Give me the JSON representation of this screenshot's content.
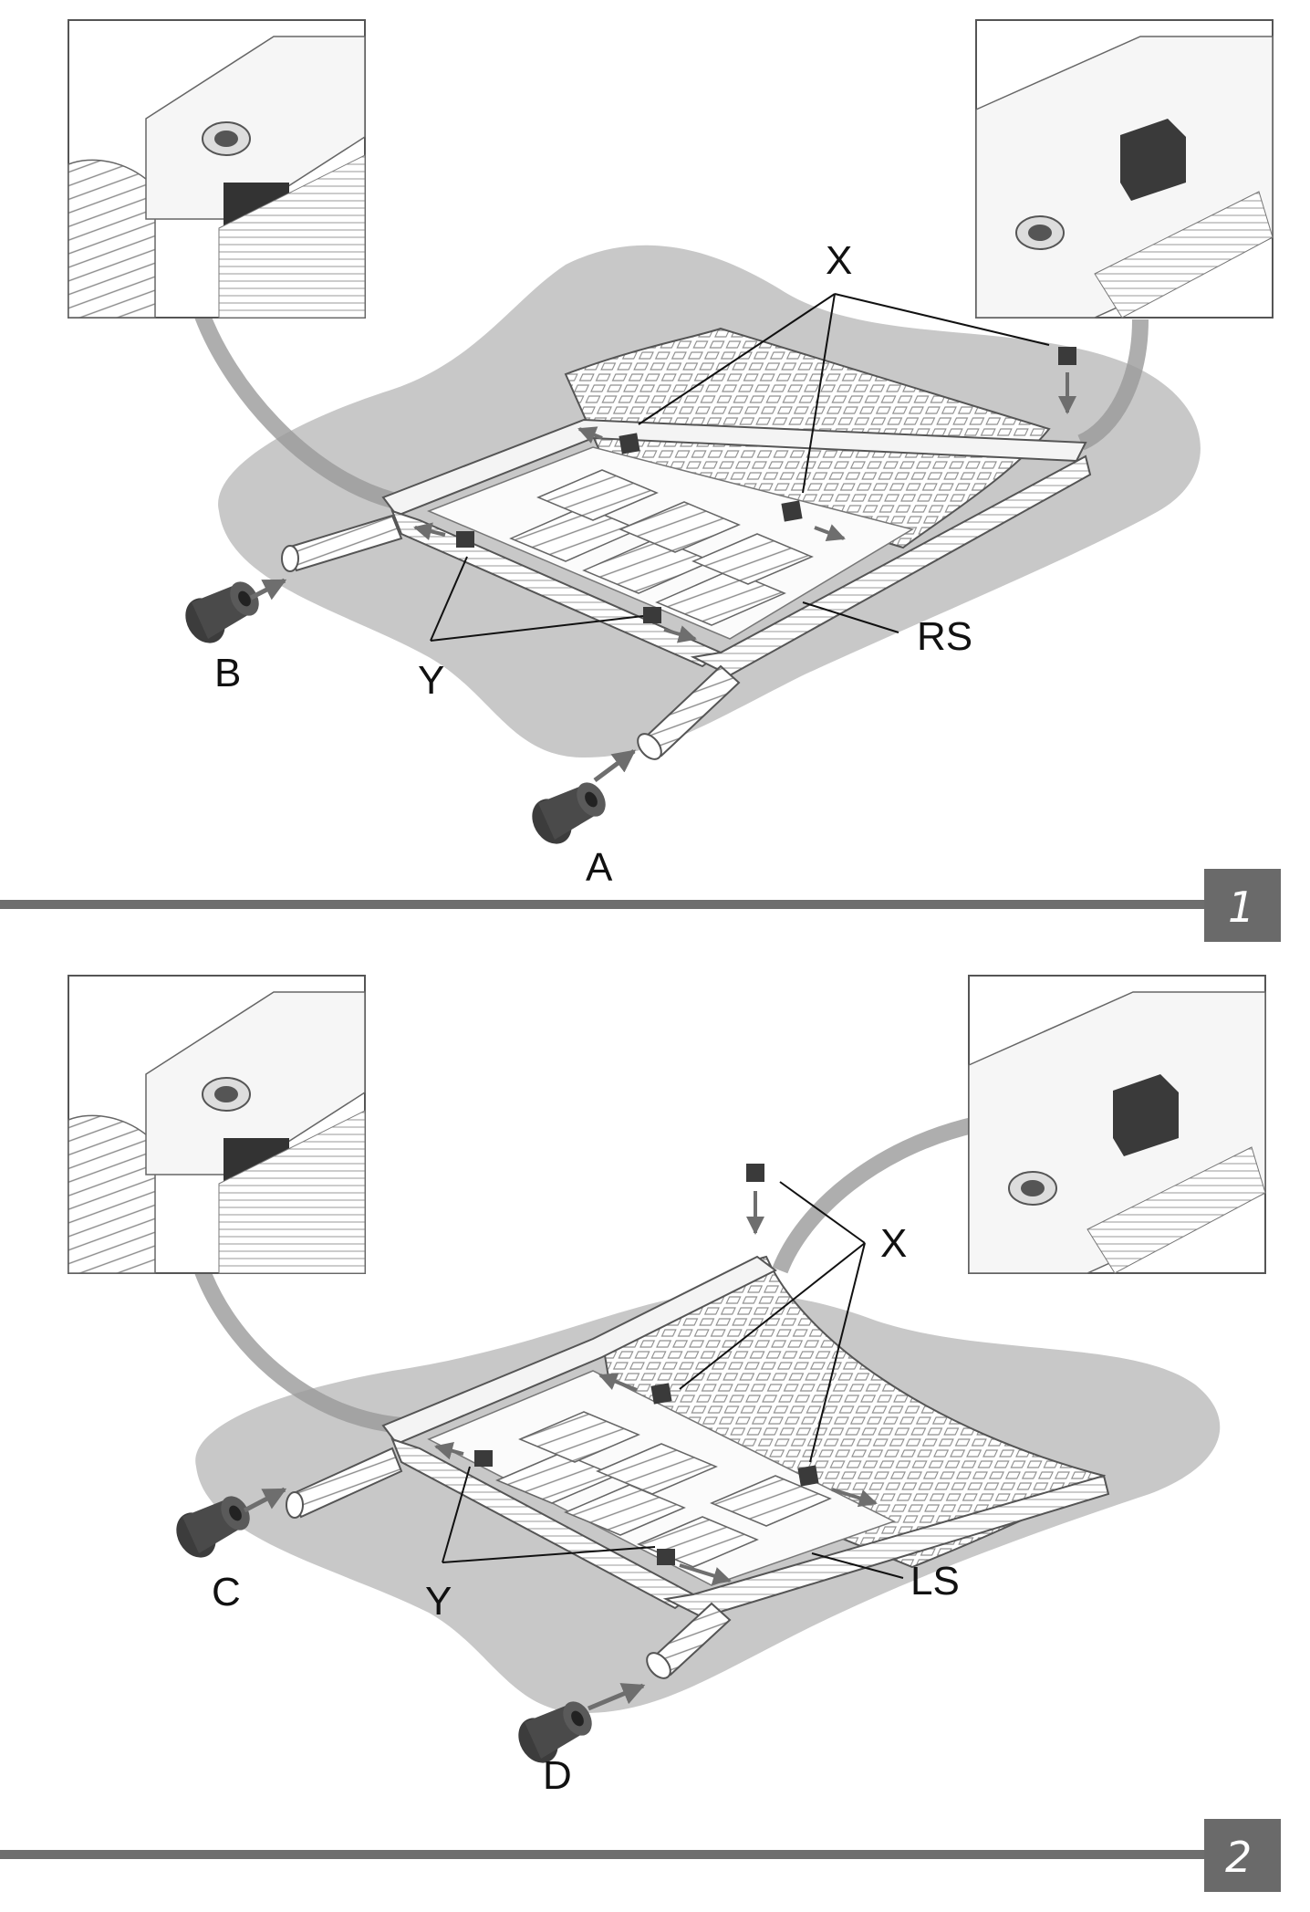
{
  "steps": [
    {
      "number": "1",
      "labels": {
        "x": "X",
        "y": "Y",
        "side": "RS",
        "cap_left": "B",
        "cap_front": "A"
      }
    },
    {
      "number": "2",
      "labels": {
        "x": "X",
        "y": "Y",
        "side": "LS",
        "cap_left": "C",
        "cap_front": "D"
      }
    }
  ],
  "colors": {
    "shadow": "#c8c8c8",
    "part_outline": "#555555",
    "arrow": "#6e6e6e",
    "divider": "#6e6e6e",
    "badge": "#6a6a6a",
    "block": "#3a3a3a"
  },
  "icons": [
    "cap-icon",
    "square-nut-icon",
    "detail-inset-left",
    "detail-inset-right"
  ]
}
